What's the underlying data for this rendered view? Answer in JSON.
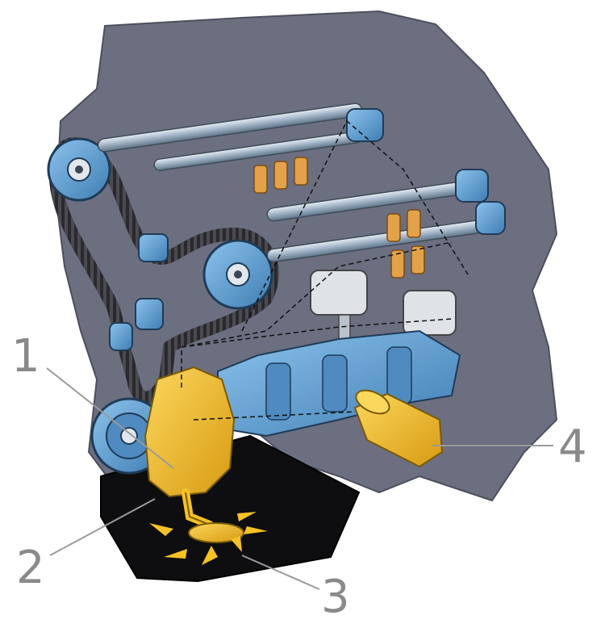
{
  "callouts": [
    {
      "id": "1",
      "label": "1"
    },
    {
      "id": "2",
      "label": "2"
    },
    {
      "id": "3",
      "label": "3"
    },
    {
      "id": "4",
      "label": "4"
    }
  ],
  "colors": {
    "block": "#6c6f80",
    "metal_blue": "#5b9bcf",
    "oil_yellow": "#f5c125",
    "valve_orange": "#e3a24a",
    "sump_black": "#0e0e10",
    "leader": "#9a9a9a",
    "label": "#8a8a8a"
  }
}
